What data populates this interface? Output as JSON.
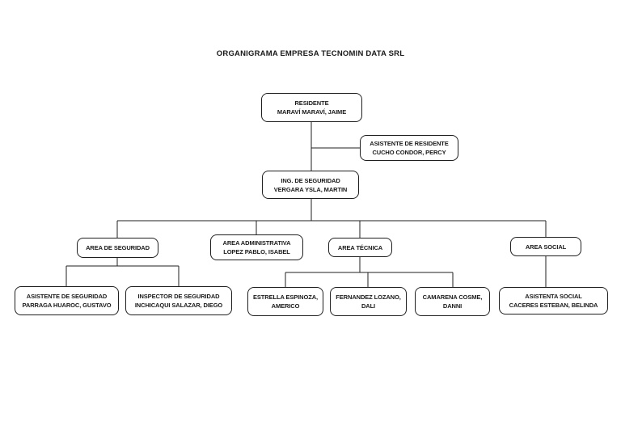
{
  "page": {
    "title": "ORGANIGRAMA EMPRESA TECNOMIN DATA SRL"
  },
  "org": {
    "residente": {
      "line1": "RESIDENTE",
      "line2": "MARAVÍ MARAVÍ, JAIME"
    },
    "asistente_residente": {
      "line1": "ASISTENTE DE RESIDENTE",
      "line2": "CUCHO CONDOR, PERCY"
    },
    "ing_seguridad": {
      "line1": "ING. DE SEGURIDAD",
      "line2": "VERGARA YSLA, MARTIN"
    },
    "area_seguridad": {
      "line1": "AREA DE SEGURIDAD"
    },
    "area_administrativa": {
      "line1": "AREA ADMINISTRATIVA",
      "line2": "LOPEZ PABLO, ISABEL"
    },
    "area_tecnica": {
      "line1": "AREA TÉCNICA"
    },
    "area_social": {
      "line1": "AREA SOCIAL"
    },
    "asistente_seguridad": {
      "line1": "ASISTENTE DE SEGURIDAD",
      "line2": "PARRAGA HUAROC, GUSTAVO"
    },
    "inspector_seguridad": {
      "line1": "INSPECTOR DE SEGURIDAD",
      "line2": "INCHICAQUI SALAZAR, DIEGO"
    },
    "estrella_espinoza": {
      "line1": "ESTRELLA ESPINOZA,",
      "line2": "AMERICO"
    },
    "fernandez_lozano": {
      "line1": "FERNANDEZ LOZANO,",
      "line2": "DALI"
    },
    "camarena_cosme": {
      "line1": "CAMARENA COSME,",
      "line2": "DANNI"
    },
    "asistenta_social": {
      "line1": "ASISTENTA SOCIAL",
      "line2": "CACERES ESTEBAN, BELINDA"
    }
  },
  "colors": {
    "line": "#1f1f1f",
    "text": "#1a1a1a",
    "background": "#ffffff"
  }
}
